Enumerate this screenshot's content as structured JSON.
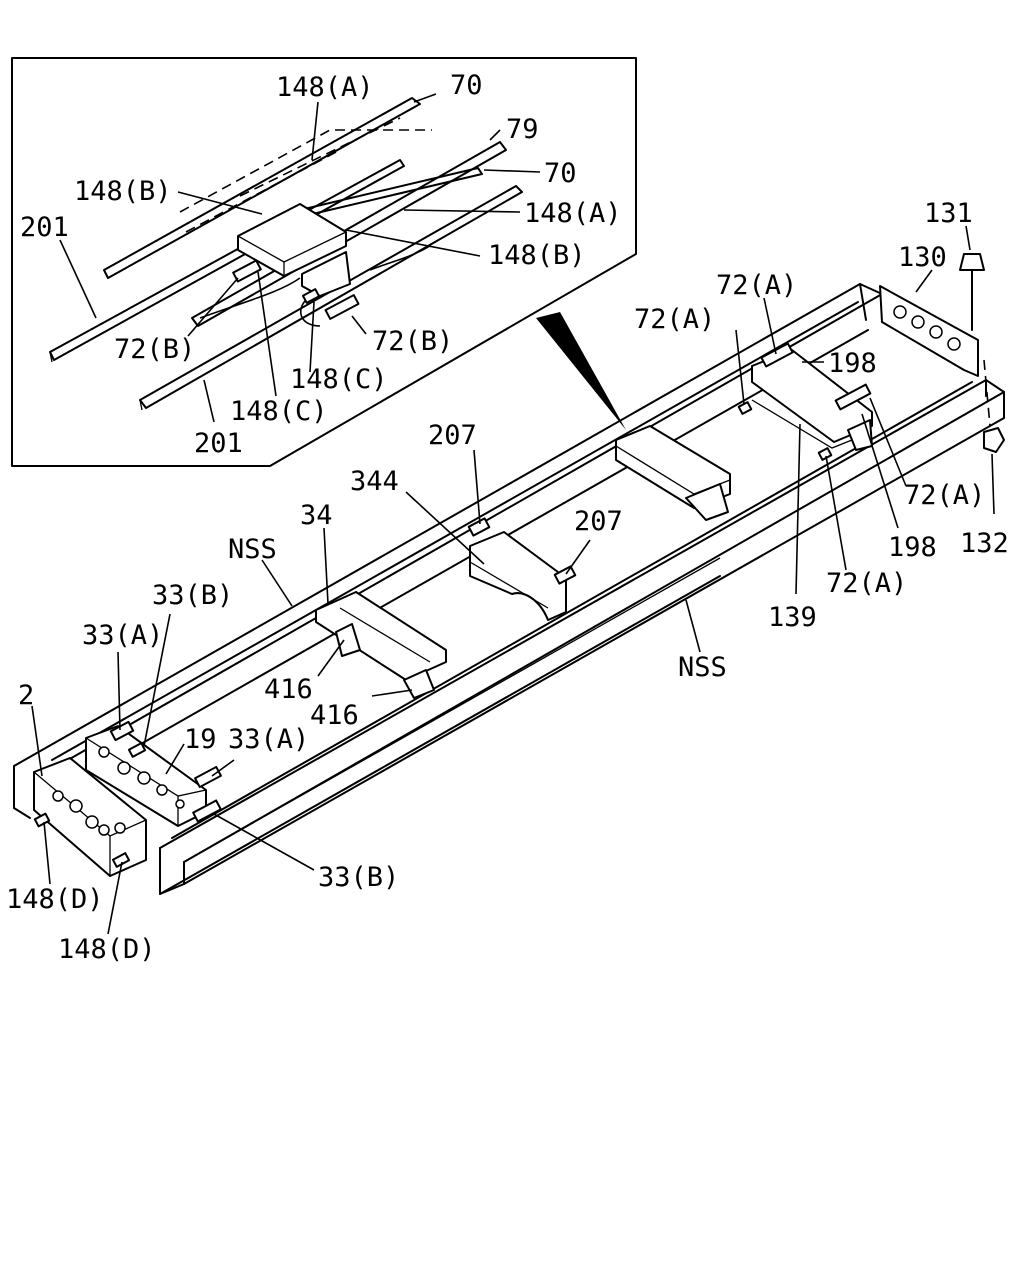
{
  "labels": {
    "inset_148A_top": "148(A)",
    "inset_70_top": "70",
    "inset_79": "79",
    "inset_70_mid": "70",
    "inset_148B_left": "148(B)",
    "inset_148A_right": "148(A)",
    "inset_201_left": "201",
    "inset_148B_right": "148(B)",
    "inset_72B_left": "72(B)",
    "inset_72B_right": "72(B)",
    "inset_148C_mid": "148(C)",
    "inset_148C_low": "148(C)",
    "inset_201_bottom": "201",
    "p131": "131",
    "p130": "130",
    "p72A_top": "72(A)",
    "p72A_second": "72(A)",
    "p198_top": "198",
    "p72A_right": "72(A)",
    "p198_low": "198",
    "p132": "132",
    "p72A_low": "72(A)",
    "p139": "139",
    "p207_top": "207",
    "p344": "344",
    "p207_low": "207",
    "p34": "34",
    "nss_left": "NSS",
    "nss_right": "NSS",
    "p33B_top": "33(B)",
    "p33A_left": "33(A)",
    "p416_a": "416",
    "p416_b": "416",
    "p2": "2",
    "p19": "19",
    "p33A_mid": "33(A)",
    "p33B_low": "33(B)",
    "p148D_a": "148(D)",
    "p148D_b": "148(D)"
  }
}
